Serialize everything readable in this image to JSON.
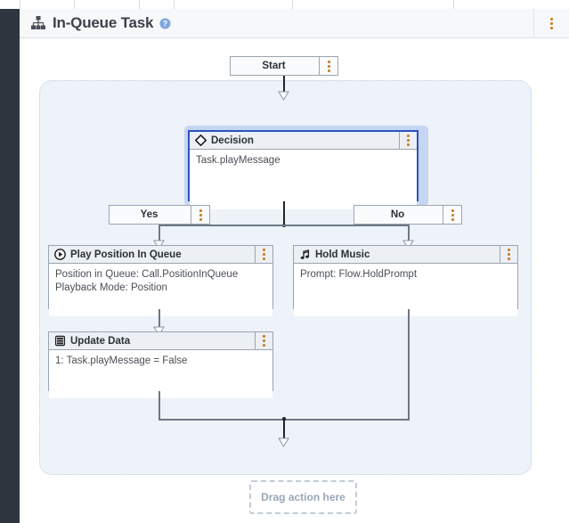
{
  "window": {
    "tabstrip_cells": [
      22,
      60,
      72,
      38,
      132,
      180
    ]
  },
  "header": {
    "title": "In-Queue Task",
    "hierarchy_icon": "hierarchy-icon",
    "help_icon": "help-circle-icon",
    "menu_icon": "kebab-menu-icon"
  },
  "flow": {
    "start": {
      "label": "Start",
      "menu_icon": "kebab-menu-icon"
    },
    "decision": {
      "title": "Decision",
      "icon": "diamond-icon",
      "expression": "Task.playMessage",
      "menu_icon": "kebab-menu-icon",
      "selected": true
    },
    "branches": [
      {
        "label": "Yes",
        "menu_icon": "kebab-menu-icon"
      },
      {
        "label": "No",
        "menu_icon": "kebab-menu-icon"
      }
    ],
    "actions": [
      {
        "id": "play-position-in-queue",
        "title": "Play Position In Queue",
        "icon": "play-circle-icon",
        "menu_icon": "kebab-menu-icon",
        "lines": [
          "Position in Queue: Call.PositionInQueue",
          "Playback Mode: Position"
        ]
      },
      {
        "id": "hold-music",
        "title": "Hold Music",
        "icon": "music-note-icon",
        "menu_icon": "kebab-menu-icon",
        "lines": [
          "Prompt: Flow.HoldPrompt"
        ]
      },
      {
        "id": "update-data",
        "title": "Update Data",
        "icon": "database-icon",
        "menu_icon": "kebab-menu-icon",
        "lines": [
          "1: Task.playMessage = False"
        ]
      }
    ],
    "dropzone": {
      "label": "Drag action here"
    }
  },
  "colors": {
    "selection_border": "#2d51c4",
    "selection_halo": "#c6d5f2",
    "scope_background": "#eef2f9",
    "node_border": "#9aa6b2",
    "connector": "#6d7885",
    "header_background": "#f7f8f9",
    "rail": "#2f3640",
    "dropzone_text": "#9aa6b7"
  }
}
